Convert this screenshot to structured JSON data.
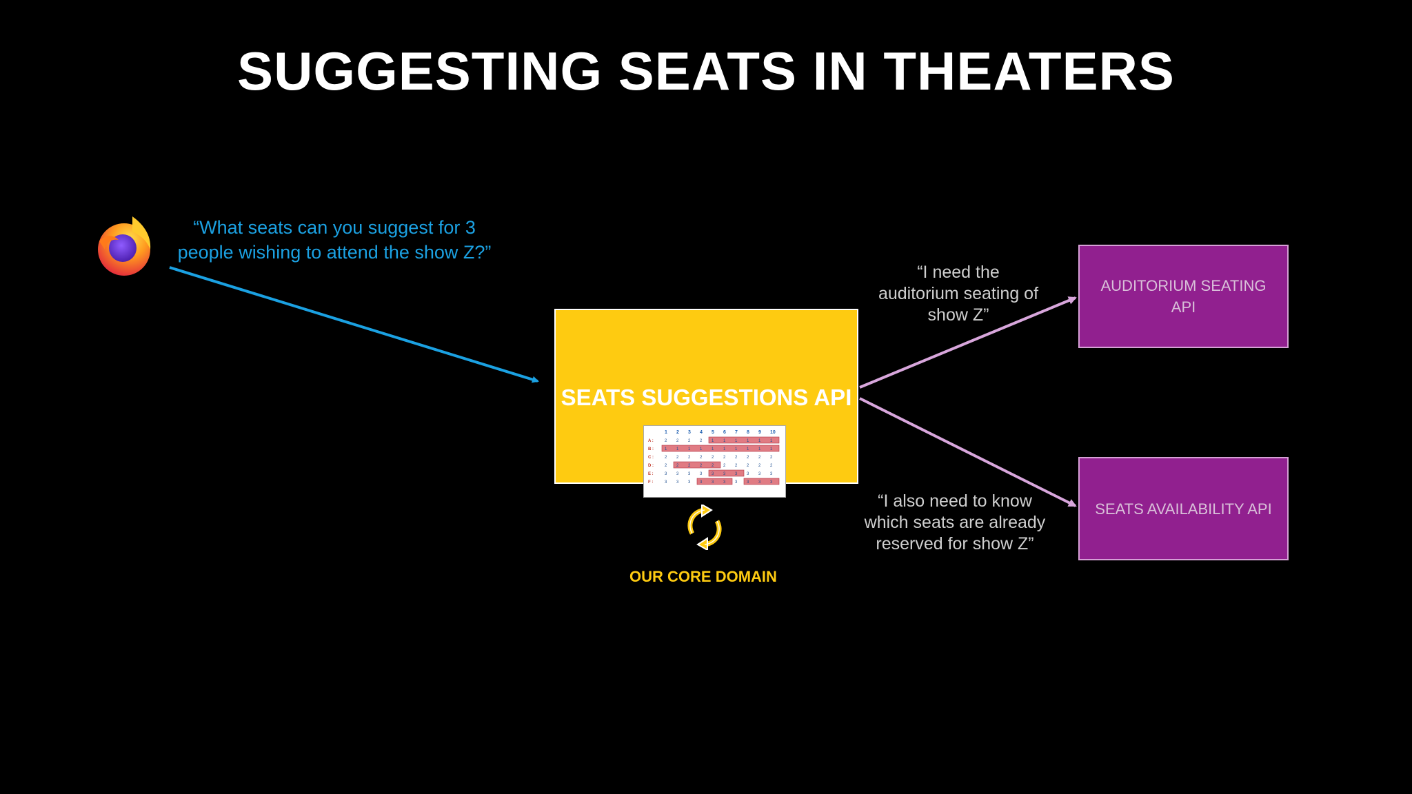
{
  "slide": {
    "title": "SUGGESTING SEATS IN THEATERS"
  },
  "client": {
    "icon": "firefox-browser-icon",
    "question": "“What seats can you suggest for 3 people wishing to attend the show Z?”"
  },
  "core": {
    "label": "SEATS SUGGESTIONS API",
    "domain_label": "OUR CORE DOMAIN",
    "refresh_icon": "refresh-cycle-icon",
    "seat_grid": {
      "columns": [
        "1",
        "2",
        "3",
        "4",
        "5",
        "6",
        "7",
        "8",
        "9",
        "10"
      ],
      "rows": [
        "A :",
        "B :",
        "C :",
        "D :",
        "E :",
        "F :"
      ]
    }
  },
  "dependencies": [
    {
      "name": "AUDITORIUM SEATING API",
      "request": "“I need the auditorium seating of show Z”"
    },
    {
      "name": "SEATS AVAILABILITY API",
      "request": "“I also need to know which seats are already reserved for show Z”"
    }
  ],
  "colors": {
    "core": "#fecb11",
    "dependency": "#91208f",
    "client_arrow": "#1ba1e2",
    "dependency_arrow": "#d8a6dc"
  }
}
